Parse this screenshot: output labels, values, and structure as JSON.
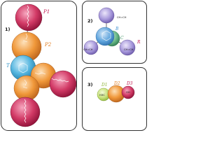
{
  "panel1": {
    "number": "1)",
    "spheres": {
      "p1": {
        "label": "P1",
        "color": "#c0164e"
      },
      "p2": {
        "label": "P2",
        "color": "#ee8a2a"
      },
      "t": {
        "label": "T",
        "color": "#3aa8d8"
      }
    }
  },
  "panel2": {
    "number": "2)",
    "spheres": {
      "b": {
        "label": "B",
        "color": "#3c8fd0"
      },
      "c": {
        "label": "C",
        "color": "#4d9b6f"
      },
      "r": {
        "label": "R",
        "color": "#8c78c8"
      }
    },
    "end_groups": [
      "CH=CH",
      "CH=CH",
      "CH=CH"
    ]
  },
  "panel3": {
    "number": "3)",
    "spheres": {
      "d1": {
        "label": "D1",
        "color": "#b9d95f"
      },
      "d2": {
        "label": "D2",
        "color": "#ee8a2a"
      },
      "d3": {
        "label": "D3",
        "color": "#c0164e"
      }
    },
    "end_groups": [
      "H3C",
      "OH"
    ]
  }
}
